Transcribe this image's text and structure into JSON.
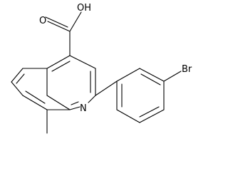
{
  "molecule": {
    "atoms": {
      "hydroxyl": "OH",
      "carbonyl_oxygen": "O",
      "ring_nitrogen": "N",
      "bromine": "Br"
    }
  },
  "colors": {
    "bond": "#000000",
    "label": "#000000",
    "background": "#ffffff"
  }
}
